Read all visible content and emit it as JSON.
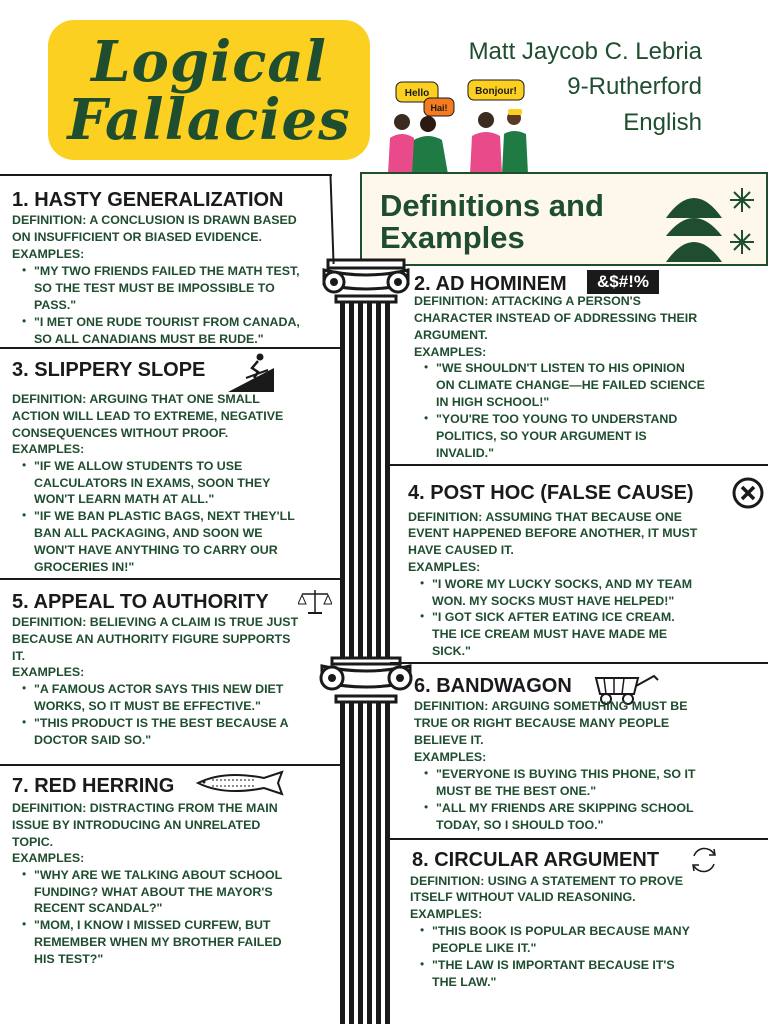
{
  "header": {
    "title_line1": "Logical",
    "title_line2": "Fallacies",
    "author_name": "Matt Jaycob C. Lebria",
    "author_section": "9-Rutherford",
    "author_subject": "English",
    "bubbles": [
      "Hello",
      "Hai!",
      "Bonjour!"
    ],
    "banner_title_line1": "Definitions and",
    "banner_title_line2": "Examples"
  },
  "colors": {
    "green": "#1f4d2f",
    "yellow": "#fcd020",
    "cream": "#fdf8e9",
    "orange": "#f47b20"
  },
  "icons": {
    "ad_hominem_badge": "&$#!%",
    "slippery_slope": "skier-on-slope-icon",
    "post_hoc": "x-circle-icon",
    "appeal_to_authority": "scales-icon",
    "bandwagon": "wagon-icon",
    "red_herring": "fish-icon",
    "circular_argument": "cycle-arrows-icon"
  },
  "sections": [
    {
      "title": "1. HASTY GENERALIZATION",
      "definition": [
        "DEFINITION: A CONCLUSION IS DRAWN BASED",
        "ON INSUFFICIENT OR BIASED EVIDENCE."
      ],
      "examples_label": "EXAMPLES:",
      "examples": [
        [
          "\"MY TWO FRIENDS FAILED THE MATH TEST,",
          "SO THE TEST MUST BE IMPOSSIBLE TO",
          "PASS.\""
        ],
        [
          "\"I MET ONE RUDE TOURIST FROM CANADA,",
          "SO ALL CANADIANS MUST BE RUDE.\""
        ]
      ]
    },
    {
      "title": "2. AD HOMINEM",
      "definition": [
        "DEFINITION: ATTACKING A PERSON'S",
        "CHARACTER INSTEAD OF ADDRESSING THEIR",
        "ARGUMENT."
      ],
      "examples_label": "EXAMPLES:",
      "examples": [
        [
          "\"WE SHOULDN'T LISTEN TO HIS OPINION",
          "ON CLIMATE CHANGE—HE FAILED SCIENCE",
          "IN HIGH SCHOOL!\""
        ],
        [
          "\"YOU'RE TOO YOUNG TO UNDERSTAND",
          "POLITICS, SO YOUR ARGUMENT IS",
          "INVALID.\""
        ]
      ]
    },
    {
      "title": "3. SLIPPERY SLOPE",
      "definition": [
        "DEFINITION: ARGUING THAT ONE SMALL",
        "ACTION WILL LEAD TO EXTREME, NEGATIVE",
        "CONSEQUENCES WITHOUT PROOF."
      ],
      "examples_label": "EXAMPLES:",
      "examples": [
        [
          "\"IF WE ALLOW STUDENTS TO USE",
          "CALCULATORS IN EXAMS, SOON THEY",
          "WON'T LEARN MATH AT ALL.\""
        ],
        [
          "\"IF WE BAN PLASTIC BAGS, NEXT THEY'LL",
          "BAN ALL PACKAGING, AND SOON WE",
          "WON'T HAVE ANYTHING TO CARRY OUR",
          "GROCERIES IN!\""
        ]
      ]
    },
    {
      "title": "4. POST HOC (FALSE CAUSE)",
      "definition": [
        "DEFINITION: ASSUMING THAT BECAUSE ONE",
        "EVENT HAPPENED BEFORE ANOTHER, IT MUST",
        "HAVE CAUSED IT."
      ],
      "examples_label": "EXAMPLES:",
      "examples": [
        [
          "\"I WORE MY LUCKY SOCKS, AND MY TEAM",
          "WON. MY SOCKS MUST HAVE HELPED!\""
        ],
        [
          "\"I GOT SICK AFTER EATING ICE CREAM.",
          "THE ICE CREAM MUST HAVE MADE ME",
          "SICK.\""
        ]
      ]
    },
    {
      "title": "5. APPEAL TO AUTHORITY",
      "definition": [
        "DEFINITION: BELIEVING A CLAIM IS TRUE JUST",
        "BECAUSE AN AUTHORITY FIGURE SUPPORTS",
        "IT."
      ],
      "examples_label": "EXAMPLES:",
      "examples": [
        [
          "\"A FAMOUS ACTOR SAYS THIS NEW DIET",
          "WORKS, SO IT MUST BE EFFECTIVE.\""
        ],
        [
          "\"THIS PRODUCT IS THE BEST BECAUSE A",
          "DOCTOR SAID SO.\""
        ]
      ]
    },
    {
      "title": "6. BANDWAGON",
      "definition": [
        "DEFINITION: ARGUING SOMETHING MUST BE",
        "TRUE OR RIGHT BECAUSE MANY PEOPLE",
        "BELIEVE IT."
      ],
      "examples_label": "EXAMPLES:",
      "examples": [
        [
          "\"EVERYONE IS BUYING THIS PHONE, SO IT",
          "MUST BE THE BEST ONE.\""
        ],
        [
          "\"ALL MY FRIENDS ARE SKIPPING SCHOOL",
          "TODAY, SO I SHOULD TOO.\""
        ]
      ]
    },
    {
      "title": "7. RED HERRING",
      "definition": [
        "DEFINITION: DISTRACTING FROM THE MAIN",
        "ISSUE BY INTRODUCING AN UNRELATED",
        "TOPIC."
      ],
      "examples_label": "EXAMPLES:",
      "examples": [
        [
          "\"WHY ARE WE TALKING ABOUT SCHOOL",
          "FUNDING? WHAT ABOUT THE MAYOR'S",
          "RECENT SCANDAL?\""
        ],
        [
          "\"MOM, I KNOW I MISSED CURFEW, BUT",
          "REMEMBER WHEN MY BROTHER FAILED",
          "HIS TEST?\""
        ]
      ]
    },
    {
      "title": "8. CIRCULAR ARGUMENT",
      "definition": [
        "DEFINITION: USING A STATEMENT TO PROVE",
        "ITSELF WITHOUT VALID REASONING."
      ],
      "examples_label": "EXAMPLES:",
      "examples": [
        [
          "\"THIS BOOK IS POPULAR BECAUSE MANY",
          "PEOPLE LIKE IT.\""
        ],
        [
          "\"THE LAW IS IMPORTANT BECAUSE IT'S",
          "THE LAW.\""
        ]
      ]
    }
  ]
}
